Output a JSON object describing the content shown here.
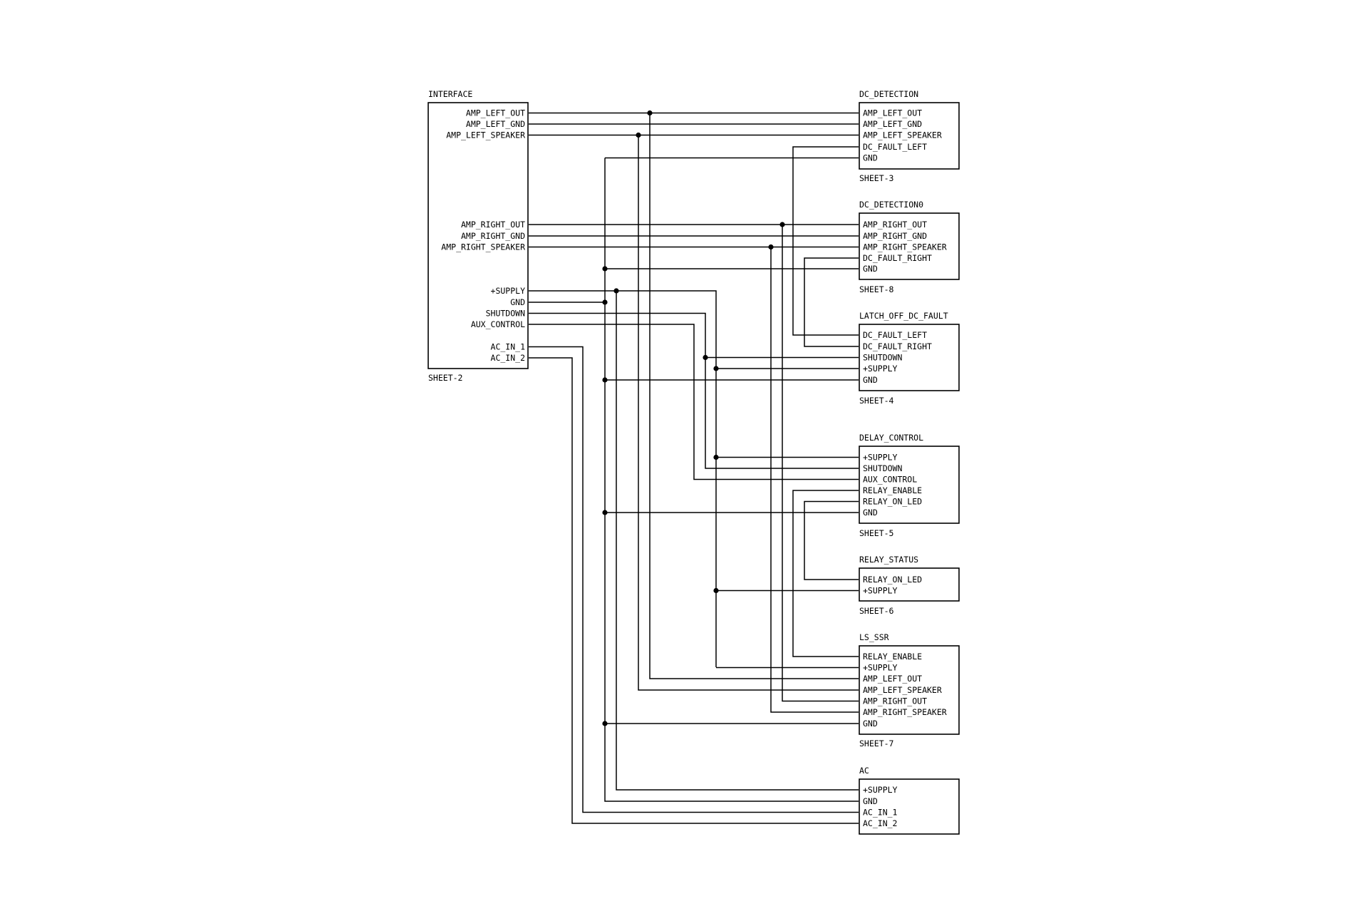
{
  "sheets": {
    "interface": {
      "title": "INTERFACE",
      "sheet": "SHEET-2",
      "pins": [
        "AMP_LEFT_OUT",
        "AMP_LEFT_GND",
        "AMP_LEFT_SPEAKER",
        "AMP_RIGHT_OUT",
        "AMP_RIGHT_GND",
        "AMP_RIGHT_SPEAKER",
        "+SUPPLY",
        "GND",
        "SHUTDOWN",
        "AUX_CONTROL",
        "AC_IN_1",
        "AC_IN_2"
      ]
    },
    "dc_detection": {
      "title": "DC_DETECTION",
      "sheet": "SHEET-3",
      "pins": [
        "AMP_LEFT_OUT",
        "AMP_LEFT_GND",
        "AMP_LEFT_SPEAKER",
        "DC_FAULT_LEFT",
        "GND"
      ]
    },
    "dc_detection0": {
      "title": "DC_DETECTION0",
      "sheet": "SHEET-8",
      "pins": [
        "AMP_RIGHT_OUT",
        "AMP_RIGHT_GND",
        "AMP_RIGHT_SPEAKER",
        "DC_FAULT_RIGHT",
        "GND"
      ]
    },
    "latch_off": {
      "title": "LATCH_OFF_DC_FAULT",
      "sheet": "SHEET-4",
      "pins": [
        "DC_FAULT_LEFT",
        "DC_FAULT_RIGHT",
        "SHUTDOWN",
        "+SUPPLY",
        "GND"
      ]
    },
    "delay_control": {
      "title": "DELAY_CONTROL",
      "sheet": "SHEET-5",
      "pins": [
        "+SUPPLY",
        "SHUTDOWN",
        "AUX_CONTROL",
        "RELAY_ENABLE",
        "RELAY_ON_LED",
        "GND"
      ]
    },
    "relay_status": {
      "title": "RELAY_STATUS",
      "sheet": "SHEET-6",
      "pins": [
        "RELAY_ON_LED",
        "+SUPPLY"
      ]
    },
    "ls_ssr": {
      "title": "LS_SSR",
      "sheet": "SHEET-7",
      "pins": [
        "RELAY_ENABLE",
        "+SUPPLY",
        "AMP_LEFT_OUT",
        "AMP_LEFT_SPEAKER",
        "AMP_RIGHT_OUT",
        "AMP_RIGHT_SPEAKER",
        "GND"
      ]
    },
    "ac": {
      "title": "AC",
      "sheet": "",
      "pins": [
        "+SUPPLY",
        "GND",
        "AC_IN_1",
        "AC_IN_2"
      ]
    }
  }
}
